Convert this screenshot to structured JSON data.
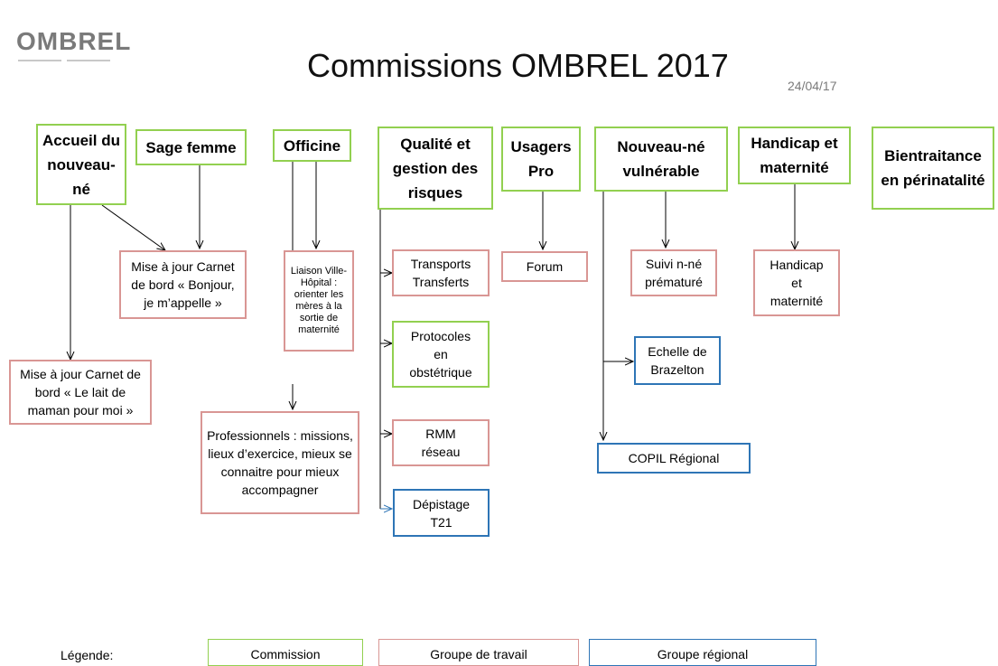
{
  "header": {
    "logo_text": "OMBREL",
    "title": "Commissions OMBREL 2017",
    "date": "24/04/17"
  },
  "commissions": {
    "accueil": "Accueil du nouveau-né",
    "sage_femme": "Sage femme",
    "officine": "Officine",
    "qualite": "Qualité et gestion des risques",
    "usagers": "Usagers Pro",
    "nouveau_ne": "Nouveau-né vulnérable",
    "handicap": "Handicap et maternité",
    "bientraitance": "Bientraitance en périnatalité"
  },
  "groupes_travail": {
    "carnet_bonjour": "Mise à jour Carnet de bord « Bonjour, je m’appelle »",
    "carnet_lait": "Mise à jour Carnet de bord « Le lait de maman pour moi »",
    "liaison": "Liaison Ville-Hôpital : orienter les mères à la sortie de maternité",
    "professionnels": "Professionnels : missions, lieux d’exercice, mieux se connaitre pour mieux accompagner",
    "transports": "Transports Transferts",
    "rmm": "RMM réseau",
    "forum": "Forum",
    "suivi": "Suivi  n-né prématuré",
    "handicap_gt": "Handicap et maternité"
  },
  "commissions_green": {
    "protocoles": "Protocoles en obstétrique"
  },
  "groupes_regionaux": {
    "depistage": "Dépistage T21",
    "brazelton": "Echelle de Brazelton",
    "copil": "COPIL Régional"
  },
  "legend": {
    "label": "Légende:",
    "commission": "Commission",
    "groupe_travail": "Groupe de travail",
    "groupe_regional": "Groupe régional"
  },
  "colors": {
    "commission": "#92d050",
    "groupe_travail": "#d99694",
    "groupe_regional": "#2e75b6"
  }
}
